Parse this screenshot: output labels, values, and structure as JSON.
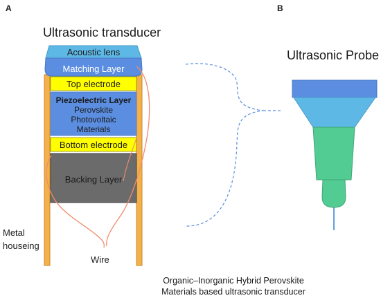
{
  "panel_a": {
    "letter": "A",
    "title": "Ultrasonic transducer",
    "layers": {
      "acoustic_lens": "Acoustic lens",
      "matching_layer": "Matching  Layer",
      "top_electrode": "Top electrode",
      "piezo_title": "Piezoelectric Layer",
      "piezo_line1": "Perovskite",
      "piezo_line2": "Photovoltaic",
      "piezo_line3": "Materials",
      "bottom_electrode": "Bottom electrode",
      "backing_layer": "Backing Layer"
    },
    "metal_housing_line1": "Metal",
    "metal_housing_line2": "houseing",
    "wire_label": "Wire"
  },
  "panel_b": {
    "letter": "B",
    "title": "Ultrasonic Probe"
  },
  "caption_line1": "Organic–Inorganic Hybrid Perovskite",
  "caption_line2": "Materials  based  ultrasonic transducer",
  "colors": {
    "lens": "#5eb8e6",
    "matching": "#5b8ee0",
    "electrode": "#ffff00",
    "piezo": "#5b8ee0",
    "backing": "#6b6b6b",
    "housing": "#f4b04a",
    "wire": "#f08c6c",
    "probe_head": "#5b8ee0",
    "probe_neck": "#5eb8e6",
    "probe_body": "#52cc92",
    "probe_line": "#2f7fd4"
  }
}
